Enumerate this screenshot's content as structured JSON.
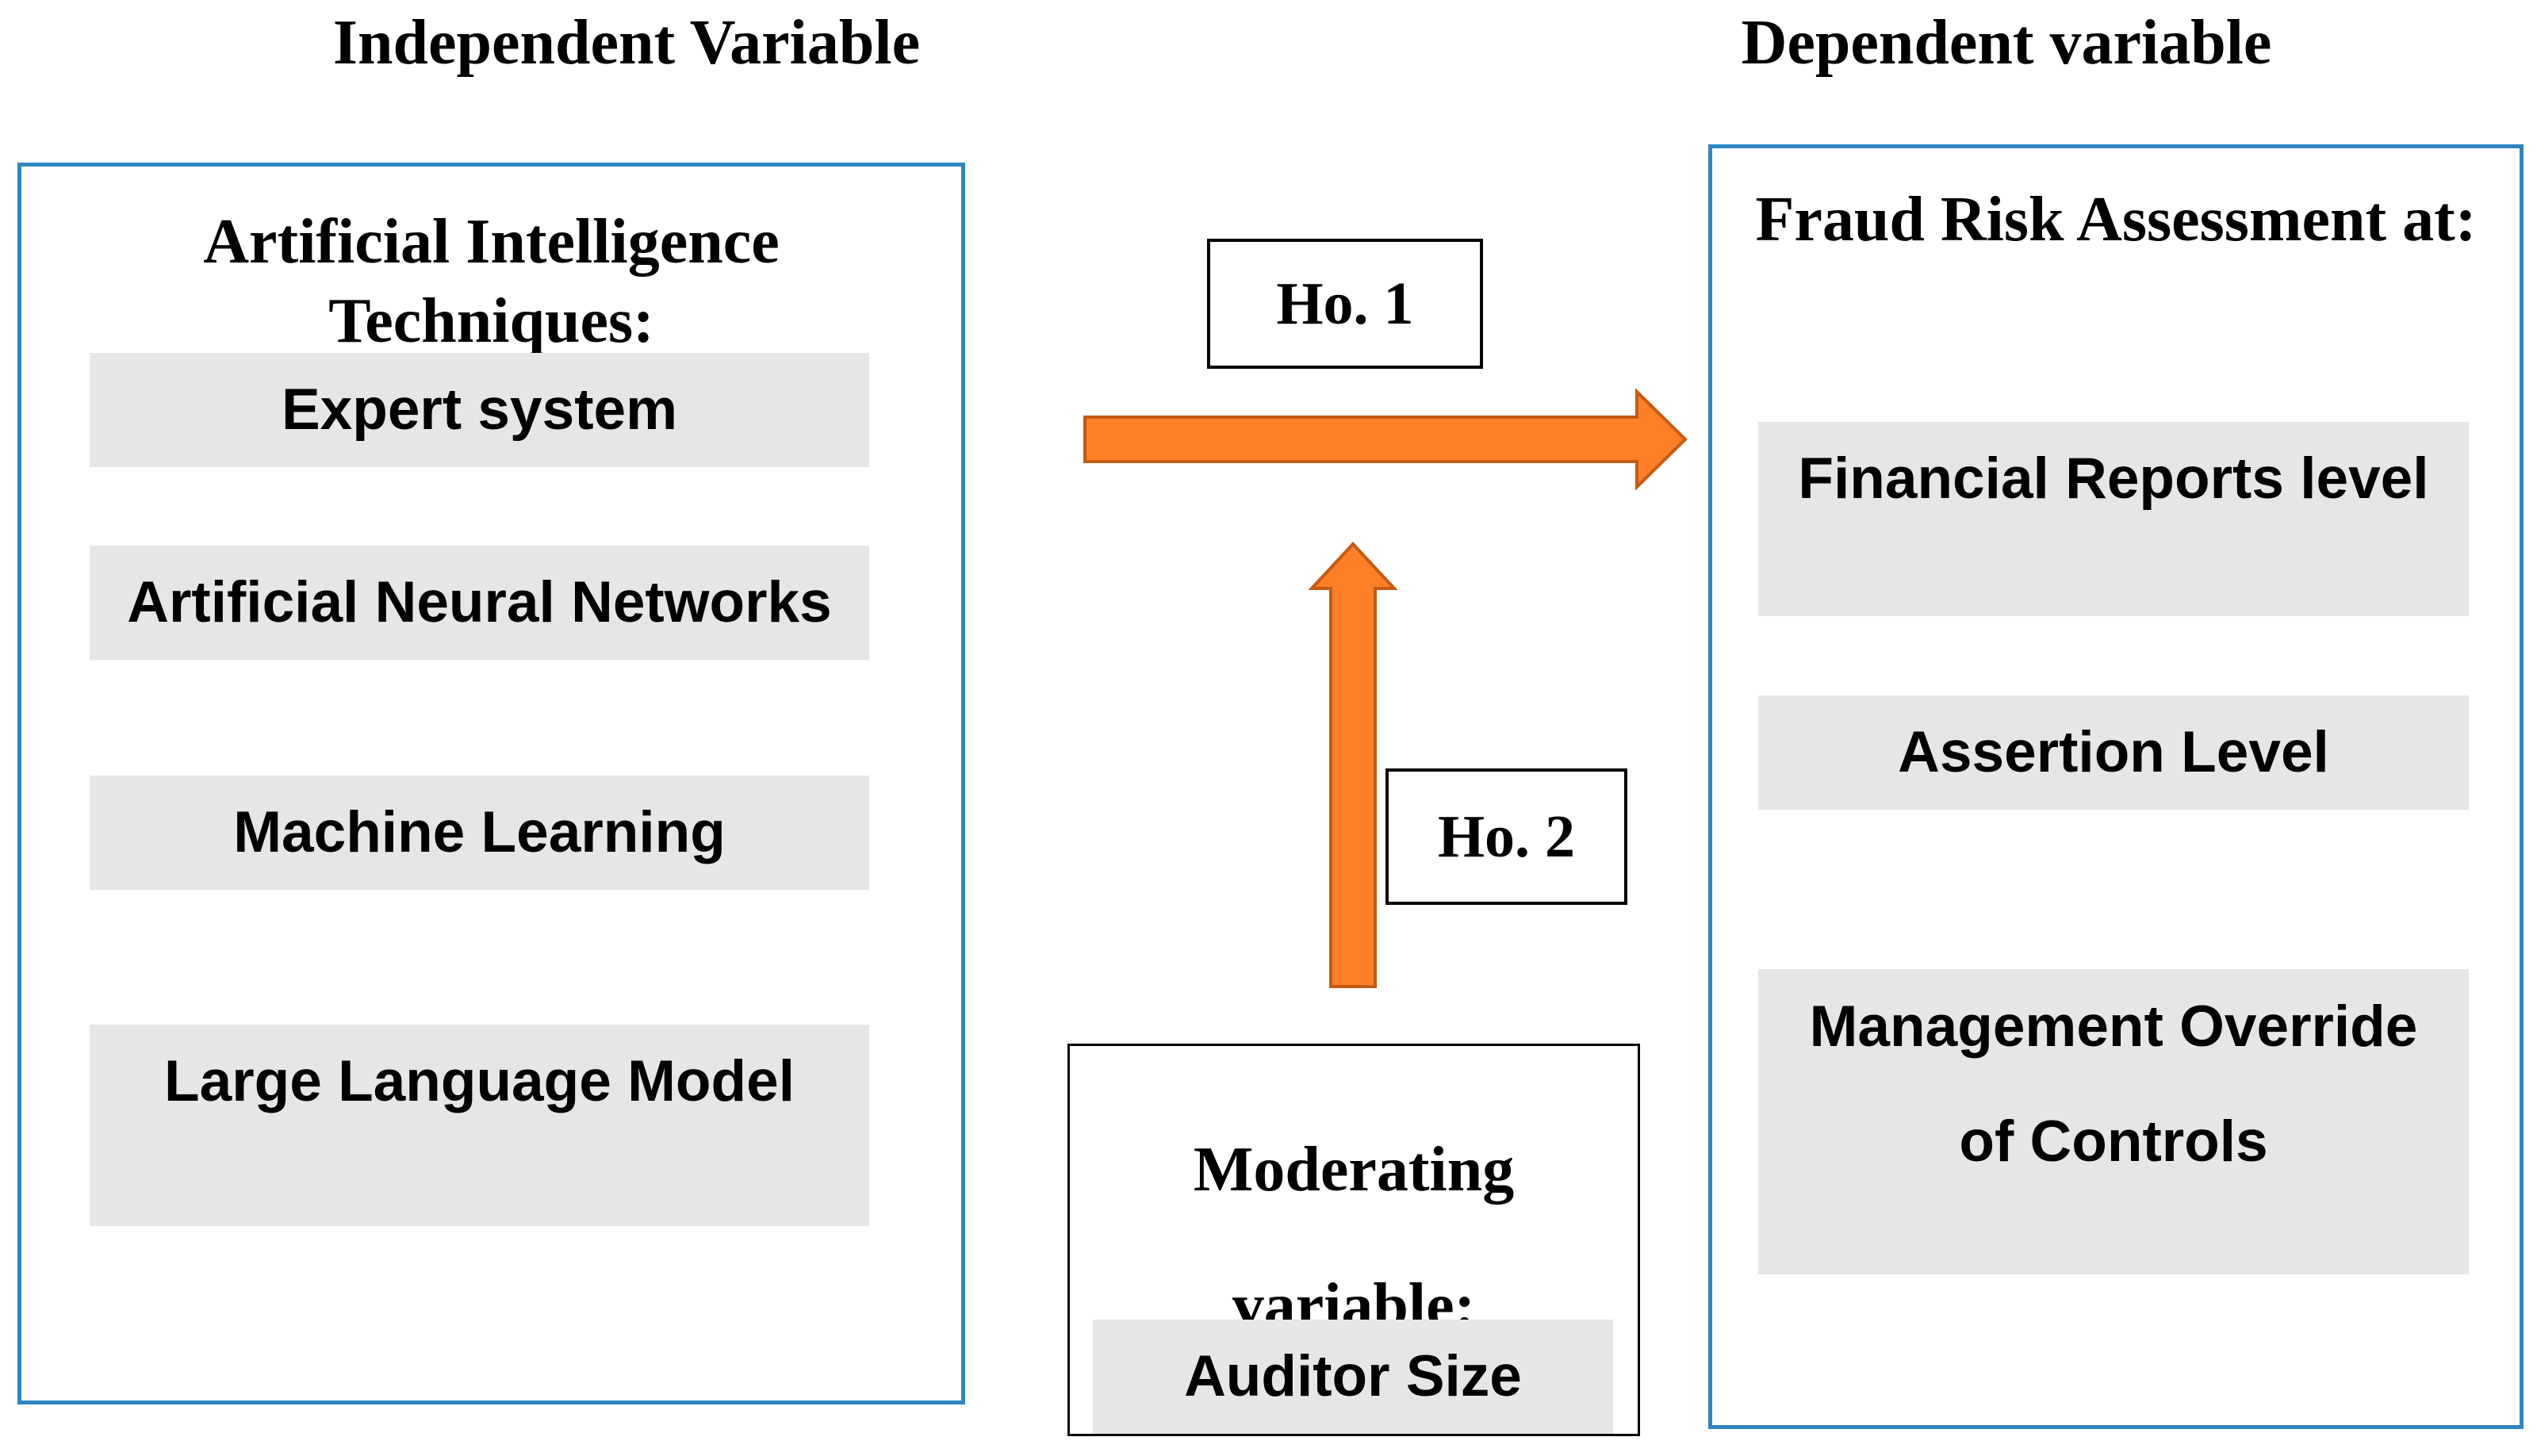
{
  "headings": {
    "independent": "Independent Variable",
    "dependent": "Dependent variable"
  },
  "independent_panel": {
    "title": "Artificial Intelligence Techniques:",
    "items": [
      "Expert system",
      "Artificial Neural Networks",
      "Machine Learning",
      "Large Language Model"
    ]
  },
  "dependent_panel": {
    "title": "Fraud Risk Assessment at:",
    "items": [
      "Financial Reports level",
      "Assertion Level",
      "Management Override of Controls"
    ]
  },
  "moderating": {
    "title": "Moderating variable:",
    "item": "Auditor Size"
  },
  "hypotheses": {
    "h1": "Ho. 1",
    "h2": "Ho. 2"
  },
  "colors": {
    "panel_border": "#2e86c1",
    "arrow_fill": "#ff7f27",
    "arrow_stroke": "#c55a11",
    "item_fill": "#e6e6e6"
  }
}
